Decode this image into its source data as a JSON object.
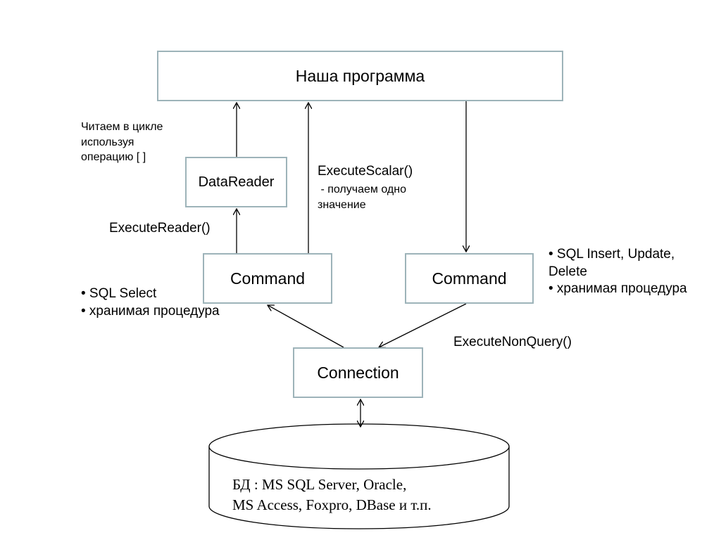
{
  "boxes": {
    "program": "Наша программа",
    "datareader": "DataReader",
    "command_left": "Command",
    "command_right": "Command",
    "connection": "Connection"
  },
  "database": {
    "line1": "БД : MS SQL Server, Oracle,",
    "line2": "MS Access, Foxpro, DBase и т.п."
  },
  "labels": {
    "read_loop": [
      "Читаем в цикле",
      "используя",
      "операцию [ ]"
    ],
    "execute_scalar": "ExecuteScalar()",
    "execute_scalar_desc": [
      " - получаем одно",
      "значение"
    ],
    "execute_reader": "ExecuteReader()",
    "left_bullets": [
      "• SQL Select",
      "• хранимая процедура"
    ],
    "right_bullets": [
      "• SQL Insert, Update,",
      "Delete",
      "• хранимая процедура"
    ],
    "execute_nonquery": "ExecuteNonQuery()"
  },
  "colors": {
    "box_border": "#9db3b9",
    "line": "#000000"
  }
}
